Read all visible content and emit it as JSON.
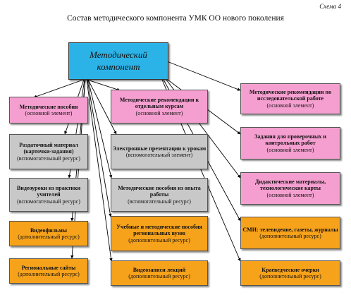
{
  "header": {
    "scheme_label": "Схема 4",
    "title": "Состав методического компонента УМК ОО нового поколения"
  },
  "root": {
    "line1": "Методический",
    "line2": "компонент"
  },
  "left": [
    {
      "name": "Методические пособия",
      "type": "(основной элемент)",
      "color": "#f59fd0"
    },
    {
      "name": "Раздаточный материал (карточки-задания)",
      "type": "(вспомогательный ресурс)",
      "color": "#c8c8c8"
    },
    {
      "name": "Видеоуроки из практики учителей",
      "type": "(вспомогательный ресурс)",
      "color": "#c8c8c8"
    },
    {
      "name": "Видеофильмы",
      "type": "(дополнительный ресурс)",
      "color": "#f7a21b"
    },
    {
      "name": "Региональные сайты",
      "type": "(дополнительный ресурс)",
      "color": "#f7a21b"
    }
  ],
  "middle": [
    {
      "name": "Методические рекомендации к отдельным курсам",
      "type": "(основной элемент)",
      "color": "#f59fd0"
    },
    {
      "name": "Электронные презентации к урокам",
      "type": "(вспомогательный элемент)",
      "color": "#c8c8c8"
    },
    {
      "name": "Методические пособия из опыта работы",
      "type": "(вспомогательный ресурс)",
      "color": "#c8c8c8"
    },
    {
      "name": "Учебные и методические пособия региональных вузов",
      "type": "(дополнительный ресурс)",
      "color": "#f7a21b"
    },
    {
      "name": "Видеозаписи лекций",
      "type": "(дополнительный ресурс)",
      "color": "#f7a21b"
    }
  ],
  "right": [
    {
      "name": "Методические рекомендации по исследовательской работе",
      "type": "(основной элемент)",
      "color": "#f59fd0"
    },
    {
      "name": "Задания для проверочных и контрольных работ",
      "type": "(основной элемент)",
      "color": "#f59fd0"
    },
    {
      "name": "Дидактические материалы, технологические карты",
      "type": "(основной элемент)",
      "color": "#f59fd0"
    },
    {
      "name": "СМИ: телевидение, газеты, журналы",
      "type": "(дополнительный ресурс)",
      "color": "#f7a21b"
    },
    {
      "name": "Краеведческие очерки",
      "type": "(дополнительный ресурс)",
      "color": "#f7a21b"
    }
  ]
}
